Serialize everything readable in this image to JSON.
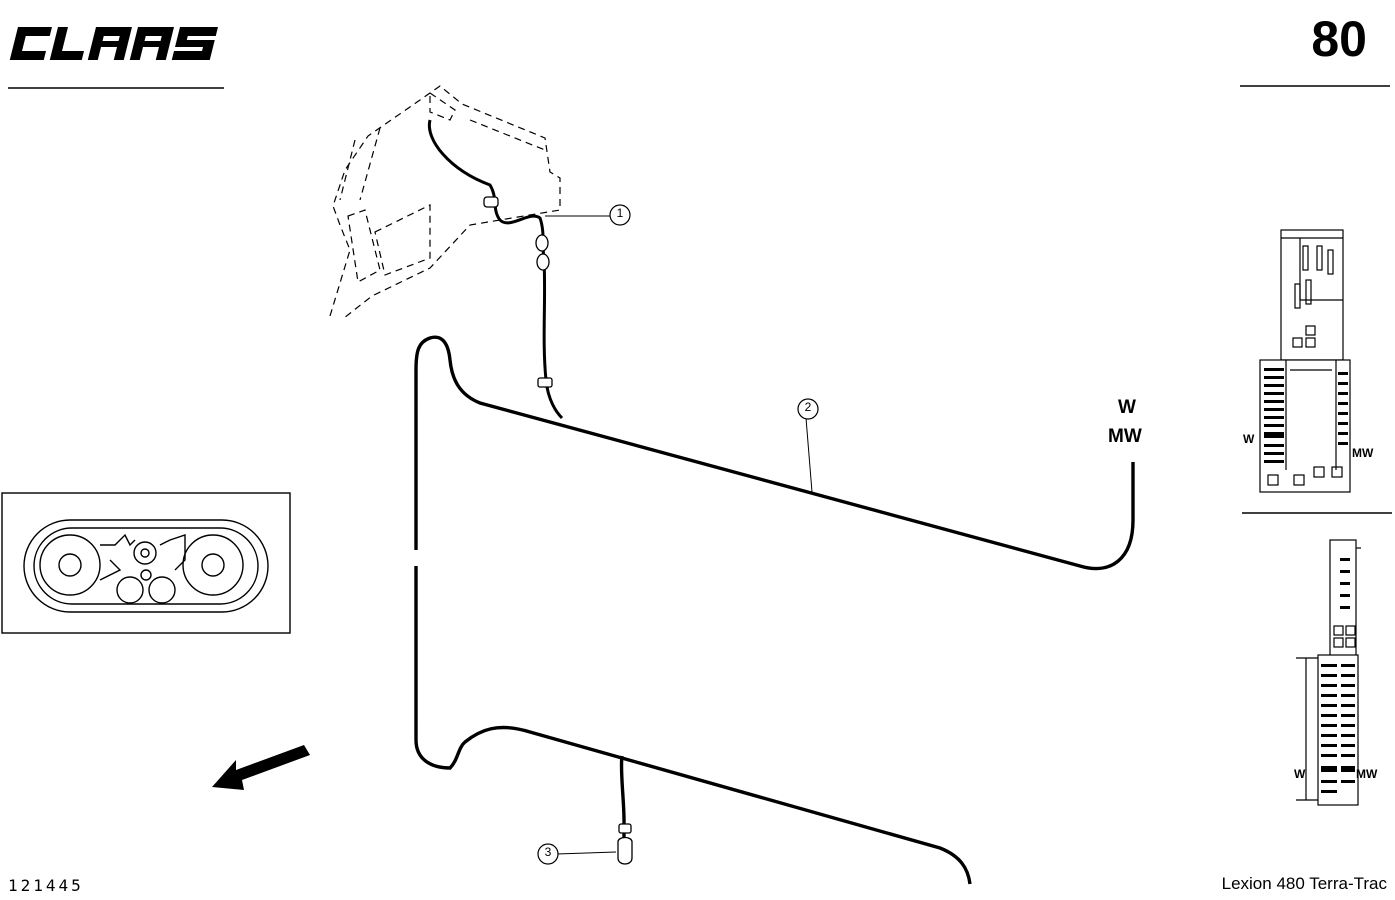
{
  "header": {
    "brand": "CLAAS",
    "page_number": "80"
  },
  "footer": {
    "drawing_number": "121445",
    "model": "Lexion 480 Terra-Trac"
  },
  "callouts": [
    "1",
    "2",
    "3"
  ],
  "labels": {
    "main_w": "W",
    "main_mw": "MW",
    "fuse_top_w": "W",
    "fuse_top_mw": "MW",
    "fuse_bottom_w": "W",
    "fuse_bottom_mw": "MW"
  },
  "icons": {
    "logo": "claas-logo",
    "direction": "direction-arrow-icon",
    "track": "track-overview-icon"
  }
}
